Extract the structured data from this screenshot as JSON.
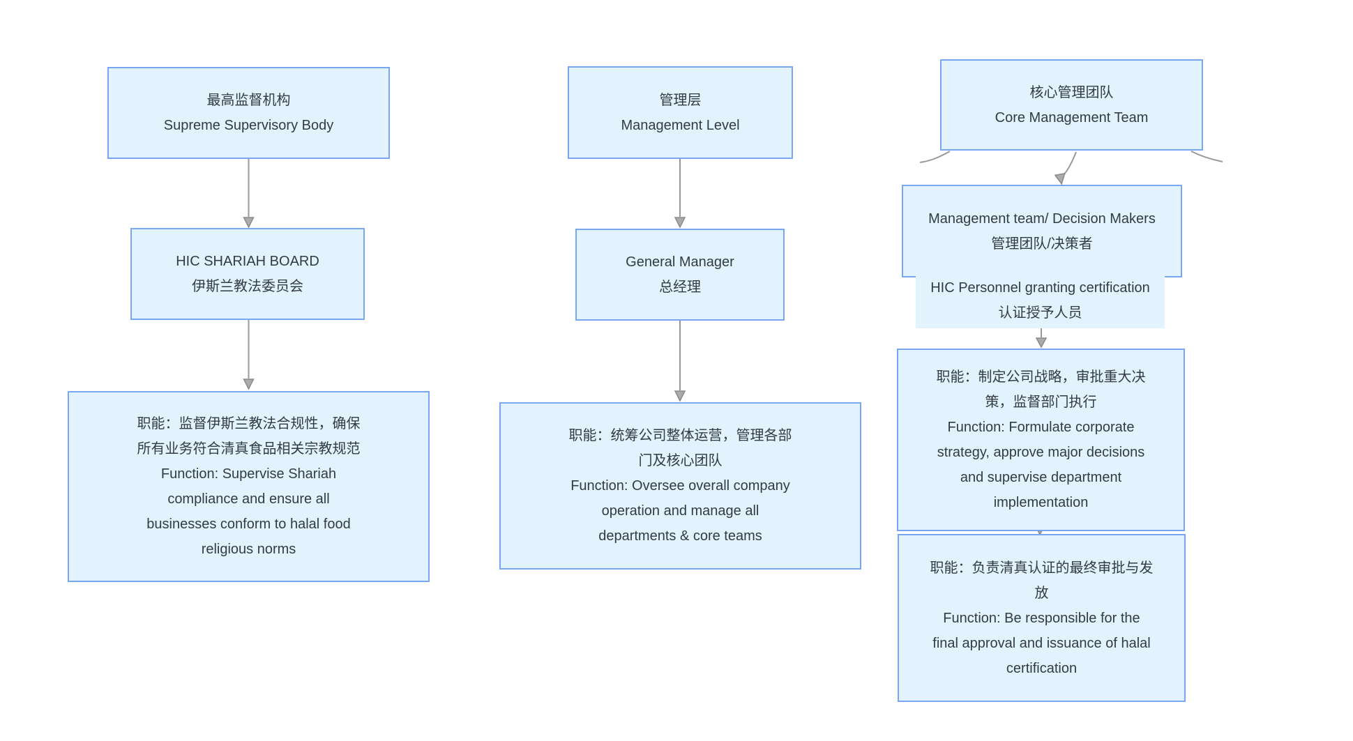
{
  "diagram": {
    "col_supervisory": {
      "header": [
        "最高监督机构",
        "Supreme Supervisory Body"
      ],
      "role": [
        "HIC SHARIAH BOARD",
        "伊斯兰教法委员会"
      ],
      "function": [
        "职能：监督伊斯兰教法合规性，确保",
        "所有业务符合清真食品相关宗教规范",
        "Function: Supervise Shariah",
        "compliance and ensure all",
        "businesses conform to halal food",
        "religious norms"
      ]
    },
    "col_management": {
      "header": [
        "管理层",
        "Management Level"
      ],
      "role": [
        "General Manager",
        "总经理"
      ],
      "function": [
        "职能：统筹公司整体运营，管理各部",
        "门及核心团队",
        "Function: Oversee overall company",
        "operation and manage all",
        "departments & core teams"
      ]
    },
    "col_core_team": {
      "header": [
        "核心管理团队",
        "Core Management Team"
      ],
      "decision_makers": [
        "Management team/ Decision Makers",
        "管理团队/决策者"
      ],
      "personnel": [
        "HIC Personnel granting certification",
        "认证授予人员"
      ],
      "function_strategy": [
        "职能：制定公司战略，审批重大决",
        "策，监督部门执行",
        "Function: Formulate corporate",
        "strategy, approve major decisions",
        "and supervise department",
        "implementation"
      ],
      "function_certification": [
        "职能：负责清真认证的最终审批与发",
        "放",
        "Function: Be responsible for the",
        "final approval and issuance of halal",
        "certification"
      ]
    }
  },
  "colors": {
    "node_fill": "#e2f3fd",
    "node_border": "#78a6f0",
    "text": "#333b42",
    "arrow_line": "#999999",
    "arrowhead_fill": "#ababab",
    "arrowhead_stroke": "#8a8a8a"
  }
}
